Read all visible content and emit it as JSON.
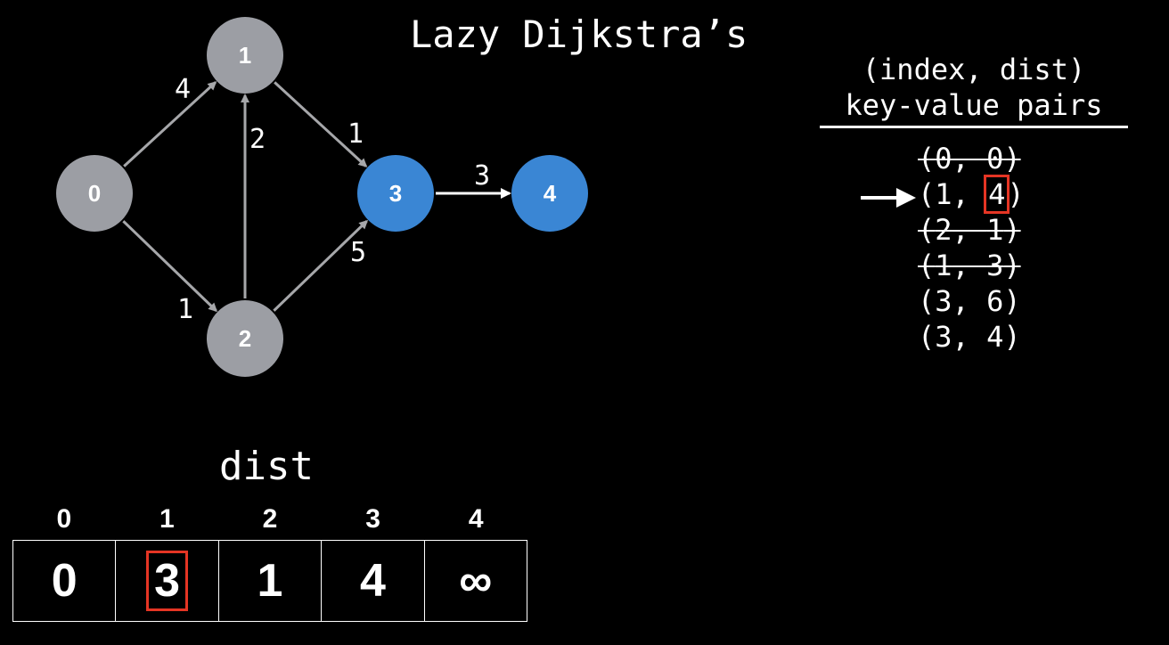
{
  "title": "Lazy Dijkstra’s",
  "colors": {
    "visited": "#9c9ea4",
    "active": "#3a86d4",
    "edge": "#a6a7aa",
    "active_edge": "#ffffff",
    "highlight": "#e53524"
  },
  "nodes": [
    {
      "id": "0",
      "state": "visited"
    },
    {
      "id": "1",
      "state": "visited"
    },
    {
      "id": "2",
      "state": "visited"
    },
    {
      "id": "3",
      "state": "active"
    },
    {
      "id": "4",
      "state": "active"
    }
  ],
  "edges": [
    {
      "from": "0",
      "to": "1",
      "weight": "4",
      "active": false
    },
    {
      "from": "0",
      "to": "2",
      "weight": "1",
      "active": false
    },
    {
      "from": "2",
      "to": "1",
      "weight": "2",
      "active": false
    },
    {
      "from": "1",
      "to": "3",
      "weight": "1",
      "active": false
    },
    {
      "from": "2",
      "to": "3",
      "weight": "5",
      "active": false
    },
    {
      "from": "3",
      "to": "4",
      "weight": "3",
      "active": true
    }
  ],
  "pq": {
    "header_line1": "(index, dist)",
    "header_line2": "key-value pairs",
    "entries": [
      {
        "index": "0",
        "dist": "0",
        "polled": true,
        "current": false
      },
      {
        "index": "1",
        "dist": "4",
        "polled": false,
        "current": true
      },
      {
        "index": "2",
        "dist": "1",
        "polled": true,
        "current": false
      },
      {
        "index": "1",
        "dist": "3",
        "polled": true,
        "current": false
      },
      {
        "index": "3",
        "dist": "6",
        "polled": false,
        "current": false
      },
      {
        "index": "3",
        "dist": "4",
        "polled": false,
        "current": false
      }
    ]
  },
  "dist": {
    "label": "dist",
    "indices": [
      "0",
      "1",
      "2",
      "3",
      "4"
    ],
    "values": [
      "0",
      "3",
      "1",
      "4",
      "∞"
    ],
    "highlight_index": 1
  }
}
